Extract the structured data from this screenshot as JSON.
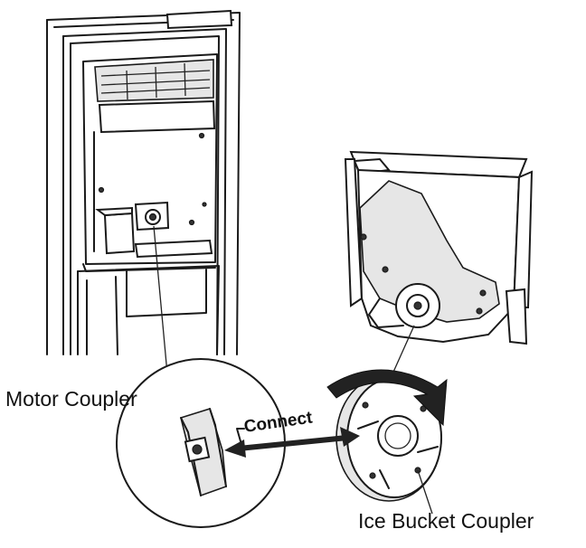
{
  "labels": {
    "motor_coupler": "Motor Coupler",
    "connect": "Connect",
    "ice_bucket_coupler": "Ice Bucket Coupler"
  },
  "icons": {
    "rotation_arrow": "curved-rotation-arrow-icon",
    "connect_arrow": "double-headed-arrow-icon"
  },
  "colors": {
    "line": "#1a1a1a",
    "background": "#ffffff"
  }
}
